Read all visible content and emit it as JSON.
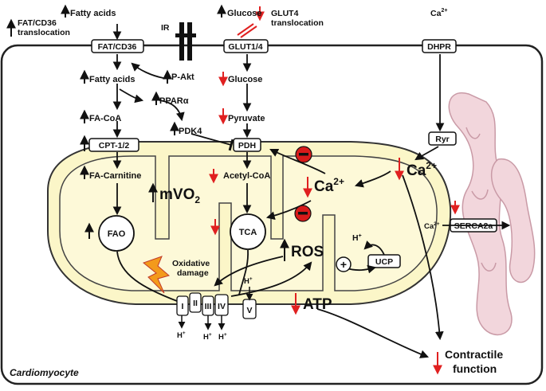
{
  "labels": {
    "fatty_acids_top": "Fatty acids",
    "fat_cd36_translocation_l1": "FAT/CD36",
    "fat_cd36_translocation_l2": "translocation",
    "ir": "IR",
    "glucose_top": "Glucose",
    "glut4_translocation_l1": "GLUT4",
    "glut4_translocation_l2": "translocation",
    "ca_top": "Ca",
    "ca_sup": "2+",
    "fat_cd36_box": "FAT/CD36",
    "glut14_box": "GLUT1/4",
    "dhpr_box": "DHPR",
    "fatty_acids_in": "Fatty acids",
    "p_akt": "P-Akt",
    "glucose_in": "Glucose",
    "ppara": "PPARα",
    "fa_coa": "FA-CoA",
    "pyruvate": "Pyruvate",
    "pdk4": "PDK4",
    "cpt_box": "CPT-1/2",
    "pdh_box": "PDH",
    "ryr_box": "Ryr",
    "ca_cyto": "Ca",
    "fa_carnitine": "FA-Carnitine",
    "acetyl_coa": "Acetyl-CoA",
    "ca_mito": "Ca",
    "mvo2_base": "mVO",
    "mvo2_sub": "2",
    "serca_ca": "Ca",
    "serca_box": "SERCA2a",
    "fao": "FAO",
    "tca": "TCA",
    "h_plus": "H",
    "ros": "ROS",
    "ucp_box": "UCP",
    "oxidative_l1": "Oxidative",
    "oxidative_l2": "damage",
    "complex_1": "I",
    "complex_2": "II",
    "complex_3": "III",
    "complex_4": "IV",
    "complex_5": "V",
    "atp": "ATP",
    "contractile_l1": "Contractile",
    "contractile_l2": "function",
    "cardiomyocyte": "Cardiomyocyte",
    "plus": "+",
    "minus": "−"
  },
  "colors": {
    "down_arrow": "#e02020",
    "mito_fill": "#fbf6c8",
    "mito_stroke": "#333333",
    "sr_fill": "#f2d6dc",
    "sr_stroke": "#c99aa6",
    "inhibit_circle": "#d91a1a",
    "lightning": "#f39a1b"
  }
}
